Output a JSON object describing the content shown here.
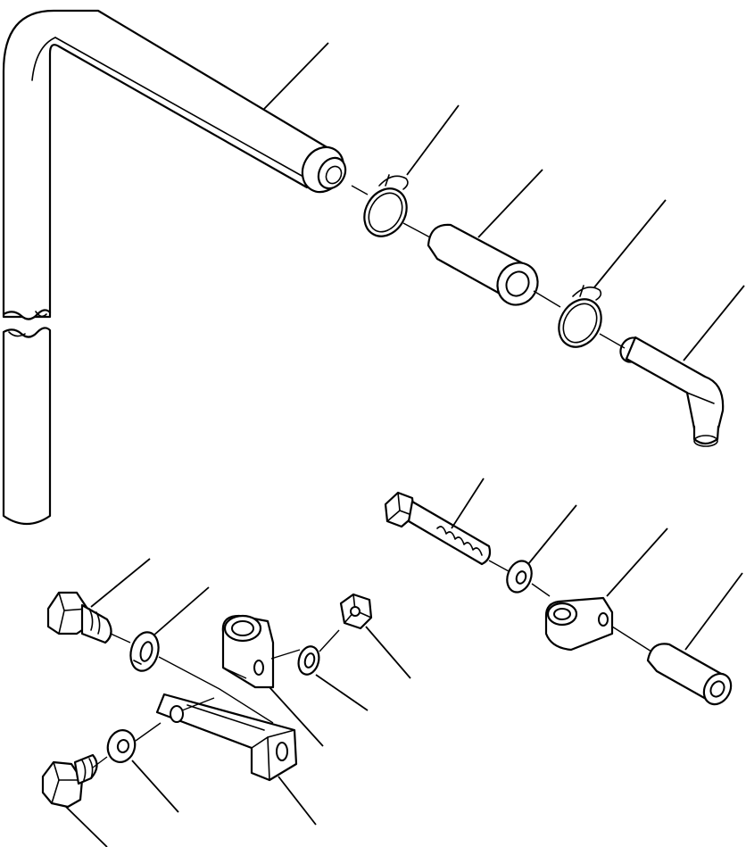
{
  "diagram": {
    "parts": [
      {
        "id": "bent-tube"
      },
      {
        "id": "retaining-clip-upper"
      },
      {
        "id": "spacer-sleeve-upper"
      },
      {
        "id": "retaining-clip-middle"
      },
      {
        "id": "elbow-fitting"
      },
      {
        "id": "long-bolt-right"
      },
      {
        "id": "washer-right"
      },
      {
        "id": "clamp-right"
      },
      {
        "id": "spacer-sleeve-lower"
      },
      {
        "id": "bolt-left-upper"
      },
      {
        "id": "lock-washer-left"
      },
      {
        "id": "clamp-left"
      },
      {
        "id": "lock-washer-nut-side"
      },
      {
        "id": "hex-nut"
      },
      {
        "id": "mounting-bracket"
      },
      {
        "id": "washer-left-lower"
      },
      {
        "id": "bolt-left-lower"
      }
    ],
    "leader_count": 17
  }
}
